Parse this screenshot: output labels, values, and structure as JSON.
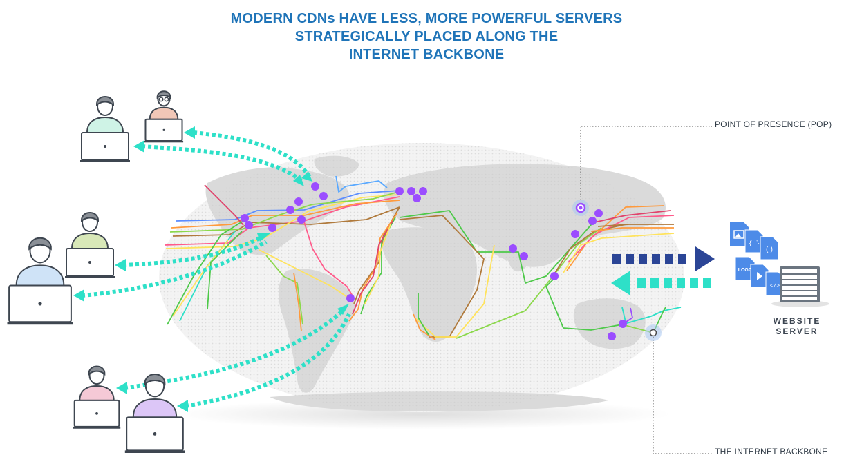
{
  "title": {
    "line1": "MODERN CDNs HAVE LESS, MORE POWERFUL SERVERS",
    "line2": "STRATEGICALLY PLACED ALONG THE",
    "line3": "INTERNET BACKBONE"
  },
  "labels": {
    "pop": "POINT OF PRESENCE (POP)",
    "backbone": "THE INTERNET BACKBONE",
    "server_line1": "WEBSITE",
    "server_line2": "SERVER"
  },
  "file_icons": {
    "logo_text": "LOGO",
    "braces": "{ }",
    "parens": "()",
    "code": "</>"
  },
  "colors": {
    "title": "#1f74b8",
    "pop_dot": "#9b4dff",
    "arrow_teal": "#2ee0c8",
    "arrow_navy": "#2b4596",
    "file_blue": "#4d8be8",
    "server_gray": "#6b7580",
    "map_land": "#d6d6d6",
    "map_bg": "#f1f1f1"
  },
  "icons": [
    "user-icon",
    "laptop-icon",
    "file-icon",
    "server-icon",
    "arrow-right-icon",
    "arrow-left-icon"
  ]
}
